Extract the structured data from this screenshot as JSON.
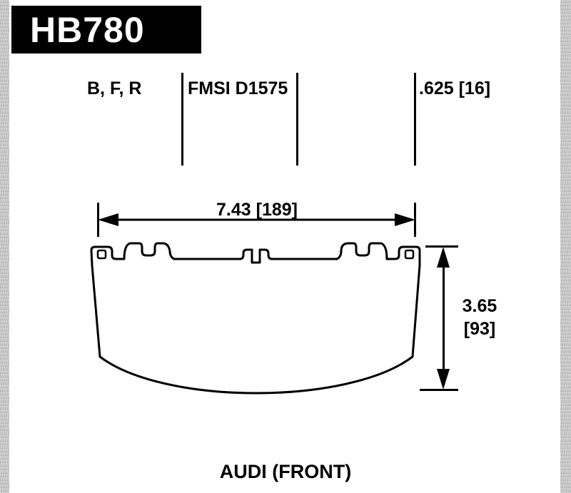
{
  "part": {
    "number": "HB780"
  },
  "specs": {
    "compounds": "B, F, R",
    "fmsi": "FMSI D1575",
    "thickness": ".625 [16]"
  },
  "dimensions": {
    "width": "7.43 [189]",
    "height_in": "3.65",
    "height_mm": "[93]"
  },
  "application": "AUDI (FRONT)",
  "colors": {
    "line": "#000000",
    "background": "#ffffff",
    "header_bg": "#000000",
    "header_text": "#ffffff",
    "edge_strip": "#bdbdbd"
  }
}
